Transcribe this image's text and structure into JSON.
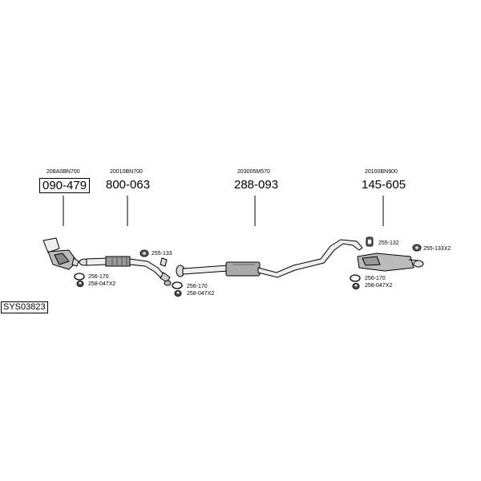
{
  "diagram": {
    "system_id": "SYS03823",
    "groups": [
      {
        "oem": "208A0BN700",
        "part": "090-479"
      },
      {
        "oem": "20010BN700",
        "part": "800-063"
      },
      {
        "oem": "203005M570",
        "part": "288-093"
      },
      {
        "oem": "20100BN900",
        "part": "145-605"
      }
    ],
    "accessories": {
      "a1": "256-170",
      "a2": "258-047X2",
      "a3": "255-133",
      "a4": "256-170",
      "a5": "258-047X2",
      "a6": "255-132",
      "a7": "255-133X2",
      "a8": "256-170",
      "a9": "258-047X2"
    }
  }
}
